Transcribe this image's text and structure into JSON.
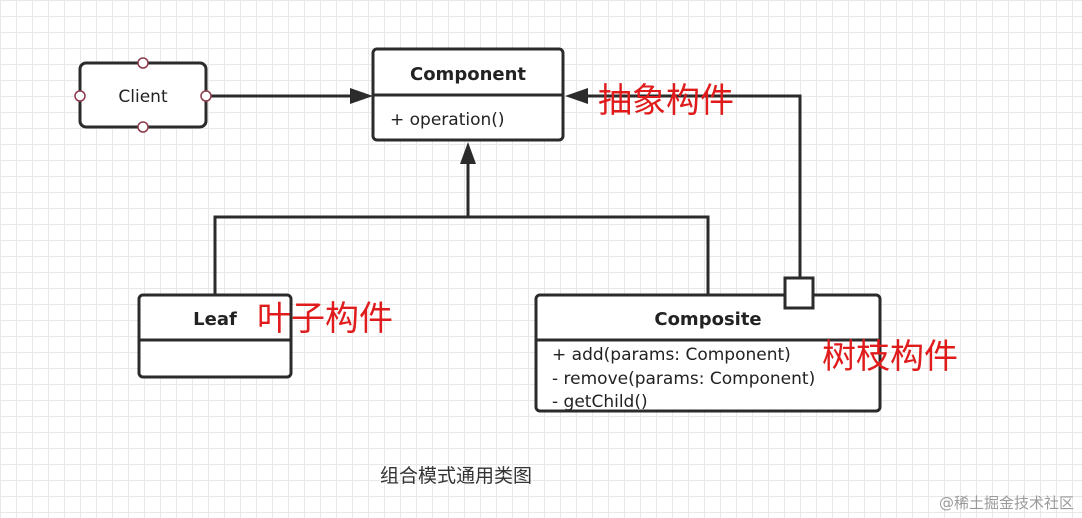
{
  "client": {
    "label": "Client"
  },
  "component": {
    "title": "Component",
    "operations": [
      "+ operation()"
    ]
  },
  "leaf": {
    "title": "Leaf"
  },
  "composite": {
    "title": "Composite",
    "operations": [
      "+ add(params: Component)",
      "- remove(params: Component)",
      "- getChild()"
    ]
  },
  "notes": {
    "abstract": "抽象构件",
    "leaf": "叶子构件",
    "branch": "树枝构件"
  },
  "caption": "组合模式通用类图",
  "watermark": "@稀土掘金技术社区"
}
